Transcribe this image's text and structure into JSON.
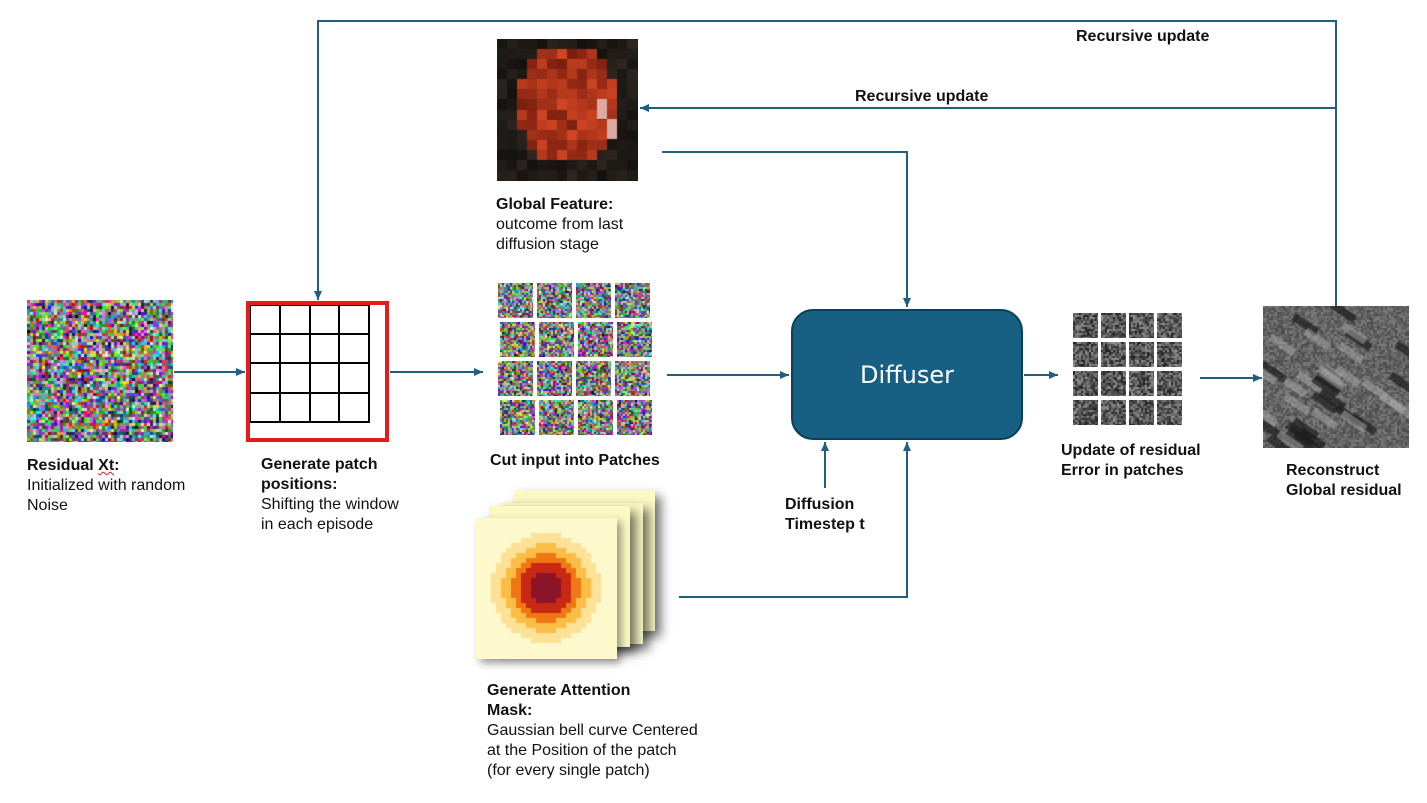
{
  "nodes": {
    "residual": {
      "title_prefix": "Residual ",
      "title_var": "Xt",
      "title_suffix": ":",
      "line1": "Initialized with random",
      "line2": "Noise"
    },
    "patch_positions": {
      "title1": "Generate patch",
      "title2": "positions:",
      "line1": "Shifting the window",
      "line2": "in each episode"
    },
    "cut_patches": {
      "title": "Cut input into Patches"
    },
    "global_feature": {
      "title": "Global Feature:",
      "line1": "outcome from last",
      "line2": "diffusion stage"
    },
    "attention_mask": {
      "title1": "Generate Attention",
      "title2": "Mask:",
      "line1": "Gaussian bell curve  Centered",
      "line2": "at the Position of the patch",
      "line3": "(for every single patch)"
    },
    "diffuser": {
      "label": "Diffuser"
    },
    "timestep": {
      "line1": "Diffusion",
      "line2": "Timestep t"
    },
    "update_residual": {
      "line1": "Update of residual",
      "line2": "Error in patches"
    },
    "reconstruct": {
      "line1": "Reconstruct",
      "line2": "Global residual"
    }
  },
  "edges": {
    "recursive_outer": "Recursive update",
    "recursive_inner": "Recursive update"
  },
  "colors": {
    "arrow": "#1f5f80",
    "diffuser_fill": "#175f83",
    "grid_border": "#e51c1c",
    "mask_bg": "#fbf8c4"
  }
}
